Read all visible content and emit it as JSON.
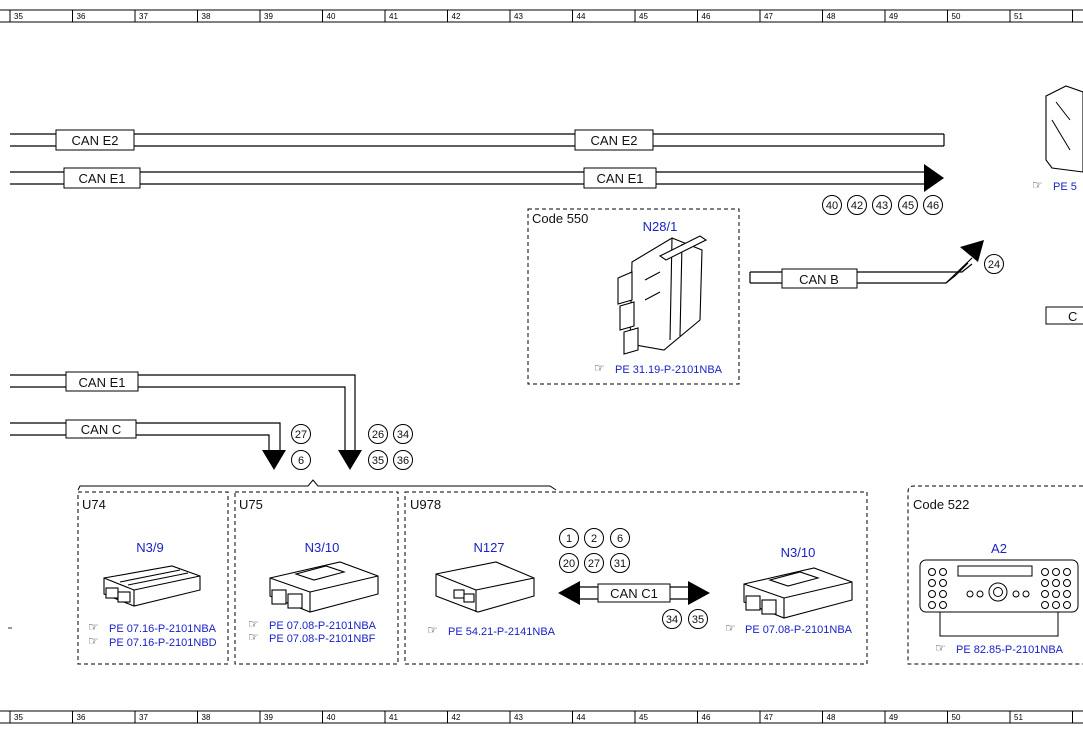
{
  "ruler": {
    "numbers": [
      "35",
      "36",
      "37",
      "38",
      "39",
      "40",
      "41",
      "42",
      "43",
      "44",
      "45",
      "46",
      "47",
      "48",
      "49",
      "50",
      "51"
    ]
  },
  "buses": {
    "can_e2_left": "CAN E2",
    "can_e2_mid": "CAN E2",
    "can_e1_top_left": "CAN E1",
    "can_e1_top_mid": "CAN E1",
    "can_e1_lower": "CAN E1",
    "can_c": "CAN C",
    "can_b": "CAN B",
    "can_c1": "CAN C1"
  },
  "markers": {
    "top_row": [
      "40",
      "42",
      "43",
      "45",
      "46"
    ],
    "can_b_ref": "24",
    "can_c_refs": [
      "27",
      "6"
    ],
    "can_e1_refs": [
      "26",
      "34",
      "35",
      "36"
    ],
    "u978_refs": [
      "1",
      "2",
      "6",
      "20",
      "27",
      "31"
    ],
    "can_c1_refs": [
      "34",
      "35"
    ]
  },
  "code550": {
    "title": "Code 550",
    "component": "N28/1",
    "ref": "PE 31.19-P-2101NBA"
  },
  "u74": {
    "title": "U74",
    "component": "N3/9",
    "refs": [
      "PE 07.16-P-2101NBA",
      "PE 07.16-P-2101NBD"
    ]
  },
  "u75": {
    "title": "U75",
    "component": "N3/10",
    "refs": [
      "PE 07.08-P-2101NBA",
      "PE 07.08-P-2101NBF"
    ]
  },
  "u978": {
    "title": "U978",
    "component_left": "N127",
    "ref_left": "PE 54.21-P-2141NBA",
    "component_right": "N3/10",
    "ref_right": "PE 07.08-P-2101NBA"
  },
  "code522": {
    "title": "Code 522",
    "component": "A2",
    "ref": "PE 82.85-P-2101NBA"
  },
  "clipped": {
    "right_ref": "PE 5",
    "right_box": "C"
  }
}
